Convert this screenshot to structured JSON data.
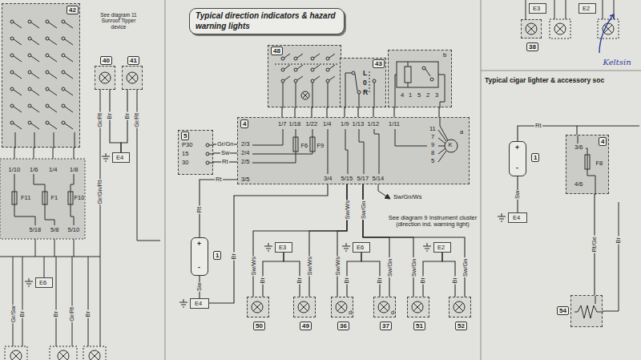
{
  "diagram": {
    "title": "Typical direction indicators & hazard warning lights",
    "nodes": [
      {
        "text": [
          "42"
        ]
      },
      {
        "text": [
          "40"
        ]
      },
      {
        "text": [
          "41"
        ]
      },
      {
        "text": [
          "E4"
        ]
      },
      {
        "text": [
          "5",
          "P30",
          "15",
          "30"
        ]
      },
      {
        "text": [
          "4"
        ]
      },
      {
        "text": [
          "48"
        ]
      },
      {
        "text": [
          "43",
          "L",
          "0",
          "R"
        ]
      },
      {
        "text": [
          "b",
          "4",
          "1",
          "5",
          "2",
          "3"
        ]
      },
      {
        "text": [
          "1",
          "+",
          "-"
        ]
      },
      {
        "text": [
          "E4"
        ]
      },
      {
        "text": [
          "E3"
        ]
      },
      {
        "text": [
          "E6"
        ]
      },
      {
        "text": [
          "E2"
        ]
      },
      {
        "text": [
          "50"
        ]
      },
      {
        "text": [
          "49"
        ]
      },
      {
        "text": [
          "36",
          "d"
        ]
      },
      {
        "text": [
          "37",
          "d"
        ]
      },
      {
        "text": [
          "51"
        ]
      },
      {
        "text": [
          "52"
        ]
      },
      {
        "text": [
          "E3"
        ]
      },
      {
        "text": [
          "E2"
        ]
      },
      {
        "text": [
          "38"
        ]
      },
      {
        "text": [
          "1",
          "+",
          "-"
        ]
      },
      {
        "text": [
          "E4"
        ]
      },
      {
        "text": [
          "4"
        ]
      },
      {
        "text": [
          "54"
        ]
      },
      {
        "text": [
          "E6"
        ]
      }
    ],
    "edges": [
      {
        "from": 1,
        "to": 3,
        "label": "Br",
        "arrow": "none"
      },
      {
        "from": 2,
        "to": 3,
        "label": "Br",
        "arrow": "none"
      },
      {
        "from": 4,
        "to": 5,
        "label": "Gr/Gn",
        "arrow": "none"
      },
      {
        "from": 4,
        "to": 5,
        "label": "Sw",
        "arrow": "none"
      },
      {
        "from": 4,
        "to": 5,
        "label": "Rt",
        "arrow": "none"
      },
      {
        "from": 6,
        "to": 5,
        "arrow": "none"
      },
      {
        "from": 6,
        "to": 5,
        "arrow": "none"
      },
      {
        "from": 6,
        "to": 5,
        "arrow": "none"
      },
      {
        "from": 6,
        "to": 5,
        "arrow": "none"
      },
      {
        "from": 7,
        "to": 5,
        "arrow": "none"
      },
      {
        "from": 7,
        "to": 5,
        "arrow": "none"
      },
      {
        "from": 7,
        "to": 5,
        "arrow": "none"
      },
      {
        "from": 8,
        "to": 5,
        "arrow": "none"
      },
      {
        "from": 8,
        "to": 5,
        "arrow": "none"
      },
      {
        "from": 9,
        "to": 10,
        "label": "Sw",
        "arrow": "none"
      },
      {
        "from": 9,
        "to": 5,
        "label": "Rt",
        "arrow": "none"
      },
      {
        "from": 10,
        "to": 5,
        "label": "Br",
        "arrow": "none"
      },
      {
        "from": 5,
        "to": 14,
        "label": "Sw/Ws",
        "arrow": "none"
      },
      {
        "from": 5,
        "to": 15,
        "label": "Sw/Ws",
        "arrow": "none"
      },
      {
        "from": 5,
        "to": 16,
        "label": "Sw/Ws",
        "arrow": "none"
      },
      {
        "from": 5,
        "to": 17,
        "label": "Sw/Gn",
        "arrow": "none"
      },
      {
        "from": 5,
        "to": 18,
        "label": "Sw/Gn",
        "arrow": "none"
      },
      {
        "from": 5,
        "to": 19,
        "label": "Sw/Gn",
        "arrow": "none"
      },
      {
        "from": 14,
        "to": 11,
        "label": "Br",
        "arrow": "none"
      },
      {
        "from": 15,
        "to": 11,
        "label": "Br",
        "arrow": "none"
      },
      {
        "from": 16,
        "to": 12,
        "label": "Br",
        "arrow": "none"
      },
      {
        "from": 17,
        "to": 12,
        "label": "Br",
        "arrow": "none"
      },
      {
        "from": 18,
        "to": 13,
        "label": "Br",
        "arrow": "none"
      },
      {
        "from": 19,
        "to": 13,
        "label": "Br",
        "arrow": "none"
      },
      {
        "from": 23,
        "to": 24,
        "label": "Sw",
        "arrow": "none"
      },
      {
        "from": 23,
        "to": 25,
        "label": "Rt",
        "arrow": "none"
      },
      {
        "from": 25,
        "to": 26,
        "label": "Rt/Ge",
        "arrow": "none"
      }
    ],
    "labels": [
      "See diagram 11 Sunroof Tipper device",
      "1/10",
      "1/6",
      "1/4",
      "1/8",
      "F11",
      "F1",
      "F10",
      "5/18",
      "5/8",
      "5/10",
      "Gr/Sw",
      "Br",
      "Br",
      "Gr/Rt",
      "Br",
      "Gr/Rt",
      "Gr/Rt",
      "Gr/Gn/Rt",
      "Rt",
      "2/3",
      "2/4",
      "2/5",
      "3/5",
      "1/7",
      "1/18",
      "1/22",
      "1/4",
      "1/9",
      "1/13",
      "1/12",
      "1/11",
      "F6",
      "F9",
      "11",
      "7",
      "9",
      "8",
      "5",
      "K",
      "a",
      "3/4",
      "5/15",
      "5/17",
      "5/14",
      "Sw/Ws",
      "Sw/Gn",
      "Sw/Gn/Ws",
      "See diagram 9 Instrument cluster (direction ind. warning light)",
      "Typical cigar lighter & accessory soc",
      "3/6",
      "F8",
      "4/6",
      "Br",
      "Keltsin"
    ]
  }
}
